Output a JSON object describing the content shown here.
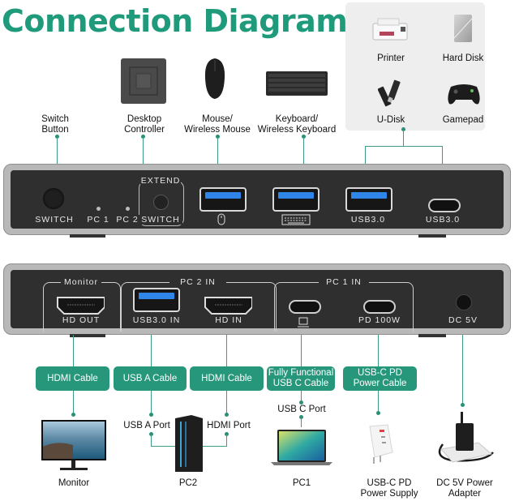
{
  "title": "Connection Diagram",
  "colors": {
    "accent": "#1f9a7a",
    "cable_box": "#26977b",
    "device_face": "#2f2f2f",
    "usb_blue": "#2f86e8"
  },
  "peripherals_box": {
    "items": [
      {
        "label": "Printer",
        "icon": "printer-icon"
      },
      {
        "label": "Hard Disk",
        "icon": "hard-disk-icon"
      },
      {
        "label": "U-Disk",
        "icon": "usb-drive-icon"
      },
      {
        "label": "Gamepad",
        "icon": "gamepad-icon"
      }
    ]
  },
  "top_labels": {
    "switch_button": [
      "Switch",
      "Button"
    ],
    "desktop_controller": [
      "Desktop",
      "Controller"
    ],
    "mouse": [
      "Mouse/",
      "Wireless Mouse"
    ],
    "keyboard": [
      "Keyboard/",
      "Wireless Keyboard"
    ]
  },
  "front_panel": {
    "switch": "SWITCH",
    "pc1": "PC 1",
    "pc2": "PC 2",
    "extend": "EXTEND",
    "extend_switch": "SWITCH",
    "usb_port_3": "USB3.0",
    "usbc_port": "USB3.0",
    "mouse_port_icon": "mouse-icon",
    "keyboard_port_icon": "keyboard-icon"
  },
  "back_panel": {
    "monitor_group": "Monitor",
    "hd_out": "HD OUT",
    "pc2_group": "PC 2 IN",
    "usb_in": "USB3.0 IN",
    "hd_in": "HD IN",
    "pc1_group": "PC 1 IN",
    "laptop_icon": "laptop-icon",
    "pd": "PD 100W",
    "dc": "DC 5V"
  },
  "cables": [
    [
      "HDMI Cable"
    ],
    [
      "USB A Cable"
    ],
    [
      "HDMI Cable"
    ],
    [
      "Fully Functional",
      "USB C Cable"
    ],
    [
      "USB-C PD",
      "Power Cable"
    ]
  ],
  "port_labels": {
    "usb_a_port": "USB A Port",
    "hdmi_port": "HDMI Port",
    "usb_c_port": "USB C Port"
  },
  "bottom_devices": [
    {
      "label": [
        "Monitor"
      ],
      "icon": "monitor-icon"
    },
    {
      "label": [
        "PC2"
      ],
      "icon": "desktop-tower-icon"
    },
    {
      "label": [
        "PC1"
      ],
      "icon": "laptop-icon"
    },
    {
      "label": [
        "USB-C PD",
        "Power Supply"
      ],
      "icon": "usb-c-charger-icon"
    },
    {
      "label": [
        "DC 5V Power",
        "Adapter"
      ],
      "icon": "power-adapter-icon"
    }
  ]
}
